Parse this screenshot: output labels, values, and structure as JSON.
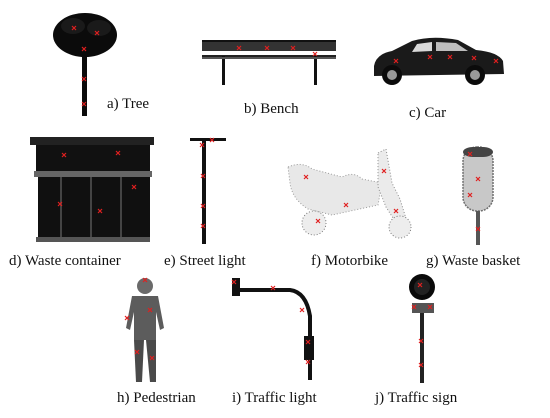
{
  "figure": {
    "panels": [
      {
        "id": "a",
        "caption": "a) Tree"
      },
      {
        "id": "b",
        "caption": "b) Bench"
      },
      {
        "id": "c",
        "caption": "c) Car"
      },
      {
        "id": "d",
        "caption": "d) Waste container"
      },
      {
        "id": "e",
        "caption": "e) Street light"
      },
      {
        "id": "f",
        "caption": "f) Motorbike"
      },
      {
        "id": "g",
        "caption": "g) Waste basket"
      },
      {
        "id": "h",
        "caption": "h) Pedestrian"
      },
      {
        "id": "i",
        "caption": "i) Traffic light"
      },
      {
        "id": "j",
        "caption": "j) Traffic sign"
      }
    ],
    "marker_color": "#e02020",
    "point_color": "#111111",
    "marker_shape": "x"
  }
}
